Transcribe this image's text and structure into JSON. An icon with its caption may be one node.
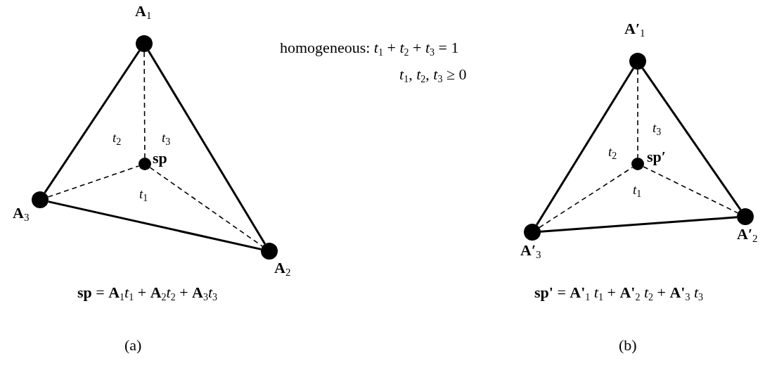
{
  "diagram": {
    "nodes": [
      {
        "text": [
          "A$_{1}$"
        ]
      },
      {
        "text": [
          "sp"
        ]
      },
      {
        "text": [
          "A$_{3}$"
        ]
      },
      {
        "text": [
          "A$_{2}$"
        ]
      },
      {
        "text": [
          "A′$_{1}$"
        ]
      },
      {
        "text": [
          "sp′"
        ]
      },
      {
        "text": [
          "A′$_{3}$"
        ]
      },
      {
        "text": [
          "A′$_{2}$"
        ]
      }
    ],
    "edges": [
      {
        "from": 0,
        "to": 3,
        "arrow": "none"
      },
      {
        "from": 3,
        "to": 2,
        "arrow": "none"
      },
      {
        "from": 2,
        "to": 0,
        "arrow": "none"
      },
      {
        "from": 0,
        "to": 1,
        "arrow": "none",
        "style": "dashed"
      },
      {
        "from": 2,
        "to": 1,
        "arrow": "none",
        "style": "dashed"
      },
      {
        "from": 1,
        "to": 3,
        "arrow": "none",
        "style": "dashed"
      },
      {
        "from": 4,
        "to": 7,
        "arrow": "none"
      },
      {
        "from": 7,
        "to": 6,
        "arrow": "none"
      },
      {
        "from": 6,
        "to": 4,
        "arrow": "none"
      },
      {
        "from": 4,
        "to": 5,
        "arrow": "none",
        "style": "dashed"
      },
      {
        "from": 6,
        "to": 5,
        "arrow": "none",
        "style": "dashed"
      },
      {
        "from": 5,
        "to": 7,
        "arrow": "none",
        "style": "dashed"
      }
    ],
    "labels": [
      "homogeneous: *t*$_{1}$ + *t*$_{2}$ + *t*$_{3}$ = 1",
      "*t*$_{1}$, *t*$_{2}$, *t*$_{3}$ ≥ 0",
      "*t*$_{2}$",
      "*t*$_{3}$",
      "*t*$_{1}$",
      "*t*$_{3}$",
      "*t*$_{2}$",
      "*t*$_{1}$",
      "**sp** = **A**$_{1}$*t*$_{1}$ + **A**$_{2}$*t*$_{2}$ + **A**$_{3}$*t*$_{3}$",
      "**sp'** = **A'**$_{1}$ *t*$_{1}$ + **A'**$_{2}$ *t*$_{2}$ + **A'**$_{3}$ *t*$_{3}$",
      "(a)",
      "(b)"
    ]
  }
}
